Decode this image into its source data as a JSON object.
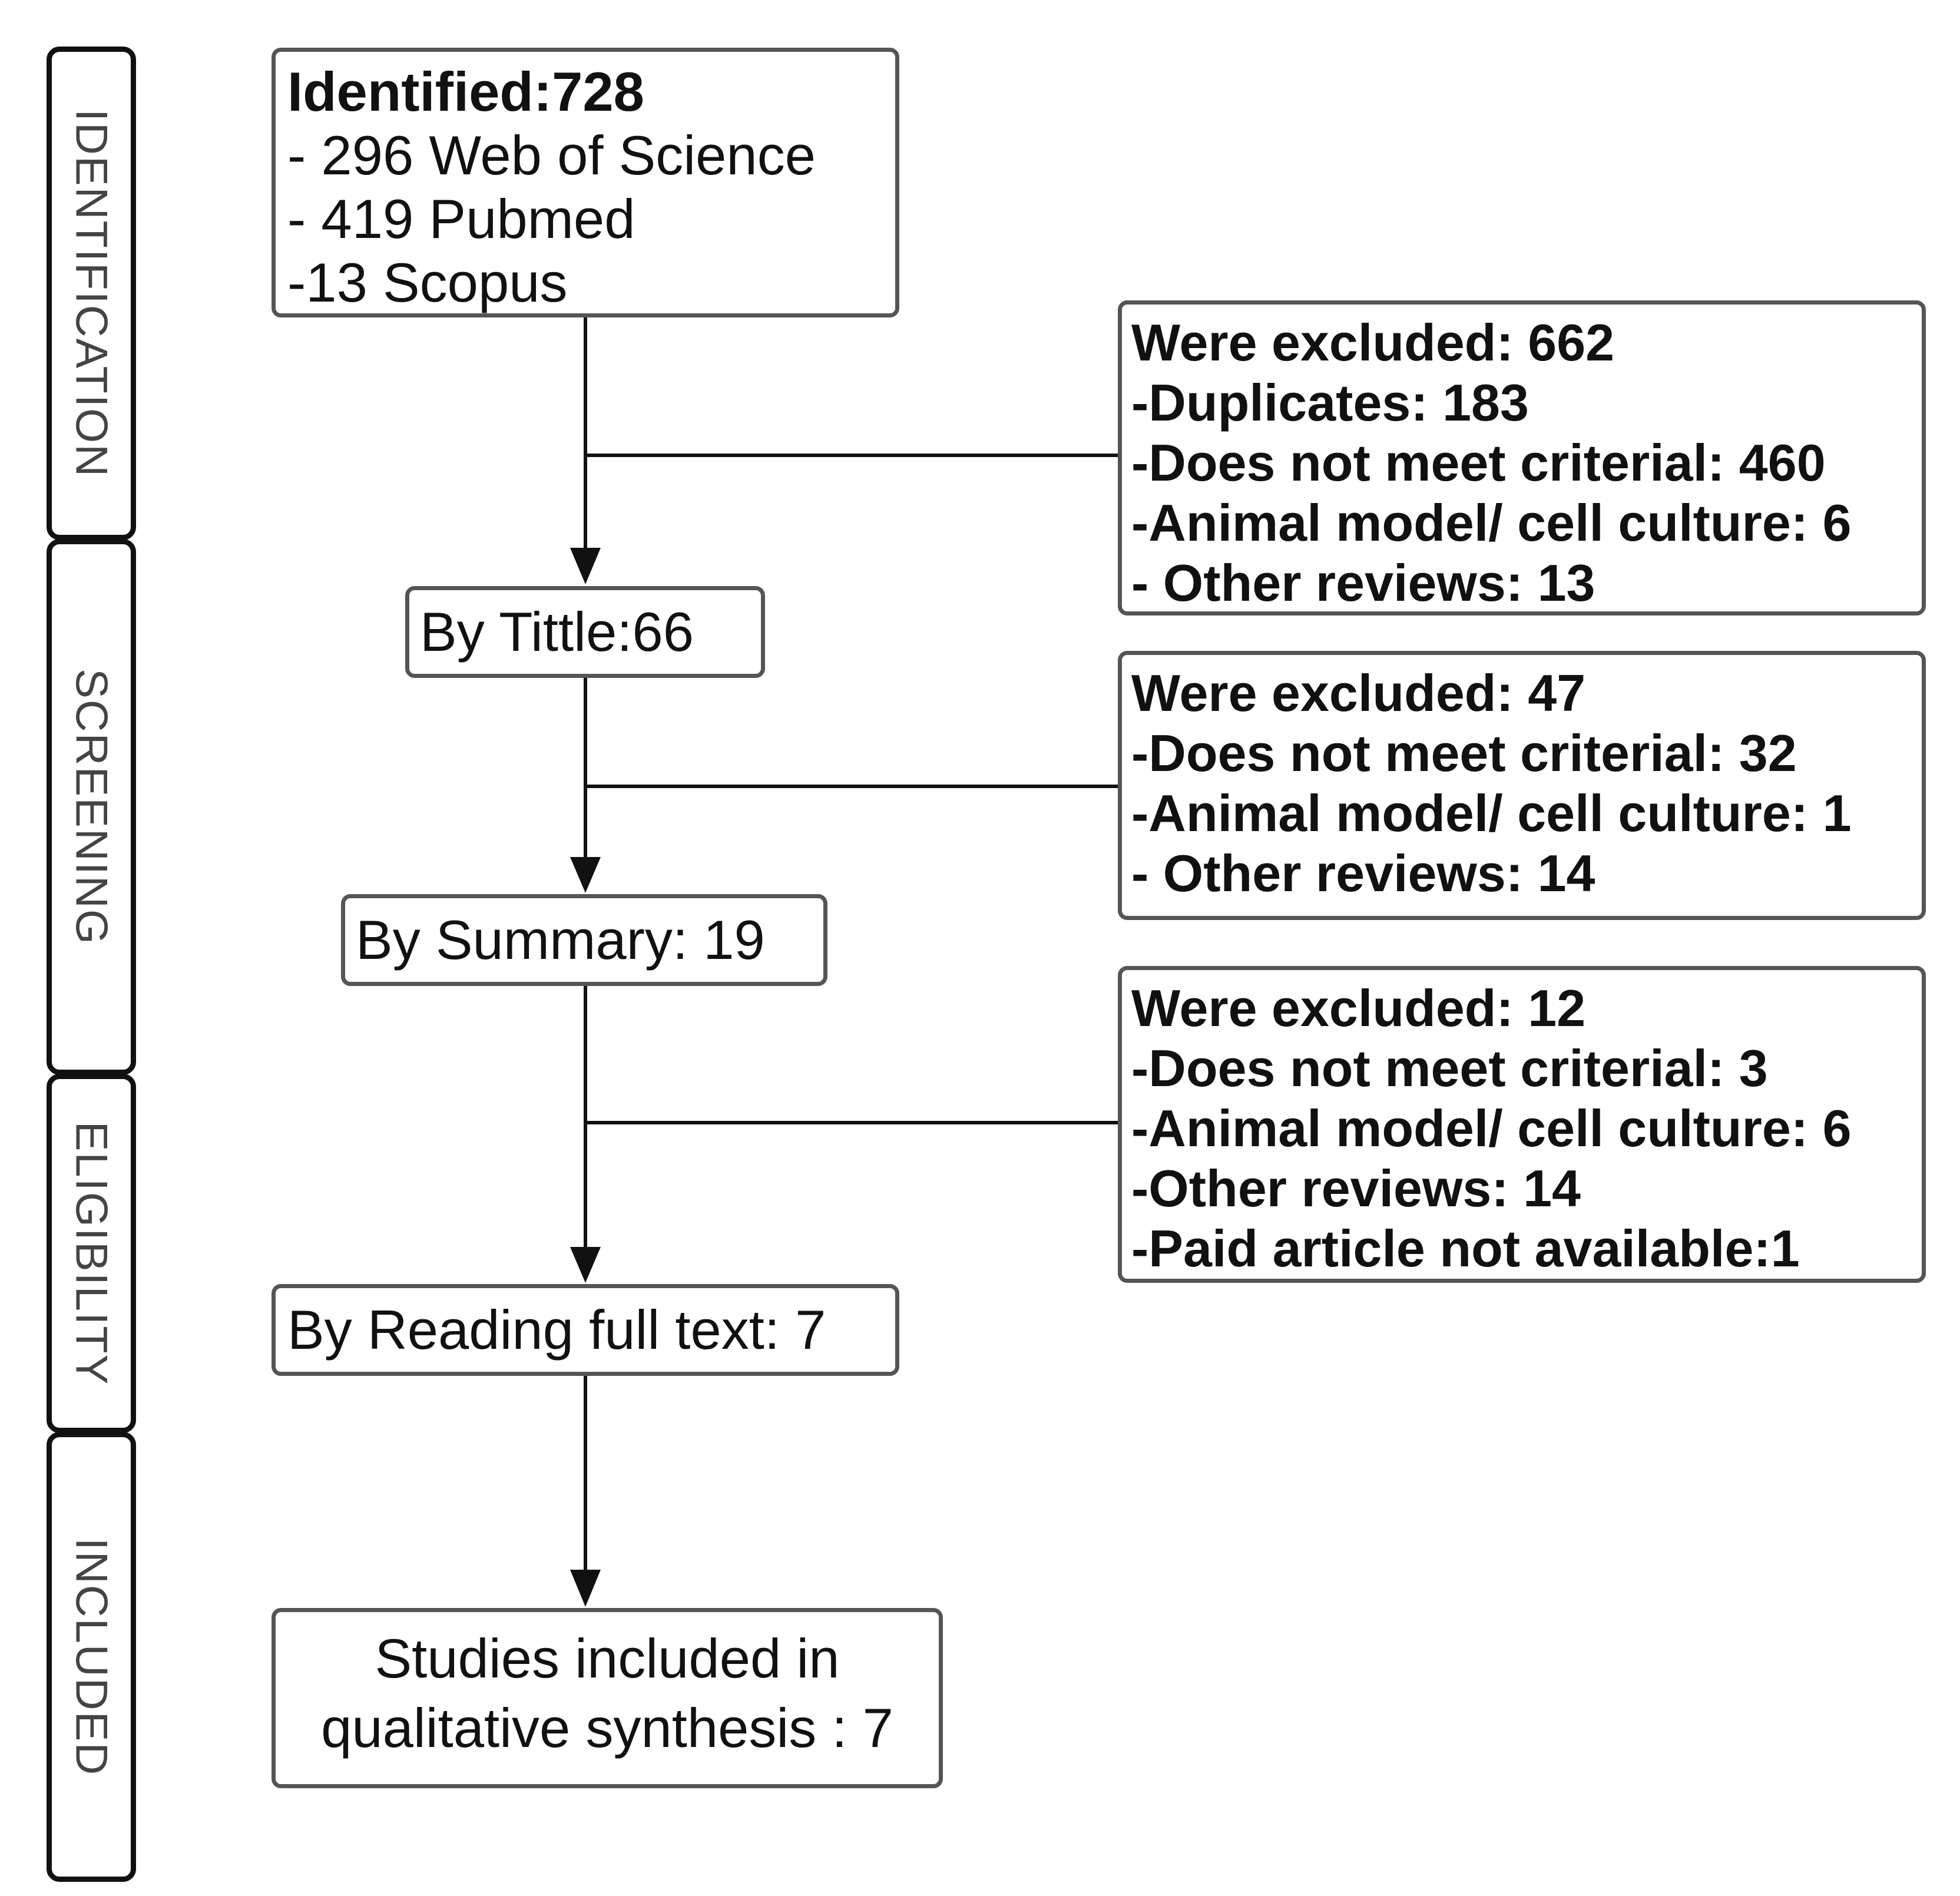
{
  "phases": {
    "identification": "IDENTIFICATION",
    "screening": "SCREENING",
    "eligibility": "ELIGIBILITY",
    "included": "INCLUDED"
  },
  "identified": {
    "heading": "Identified:728",
    "lines": [
      "- 296 Web of Science",
      "- 419 Pubmed",
      "-13 Scopus"
    ]
  },
  "by_title": "By Tittle:66",
  "by_summary": "By Summary: 19",
  "by_full_text": "By Reading full text: 7",
  "included_box": {
    "line1": "Studies included in",
    "line2": "qualitative synthesis : 7"
  },
  "excluded_1": {
    "heading": "Were excluded: 662",
    "lines": [
      "-Duplicates: 183",
      "-Does not meet criterial: 460",
      "-Animal model/ cell culture: 6",
      "- Other reviews: 13"
    ]
  },
  "excluded_2": {
    "heading": "Were excluded: 47",
    "lines": [
      "-Does not meet criterial: 32",
      "-Animal model/ cell culture: 1",
      "- Other reviews: 14"
    ]
  },
  "excluded_3": {
    "heading": "Were excluded: 12",
    "lines": [
      "-Does not meet criterial: 3",
      "-Animal model/ cell culture: 6",
      "-Other reviews: 14",
      "-Paid article not available:1"
    ]
  }
}
